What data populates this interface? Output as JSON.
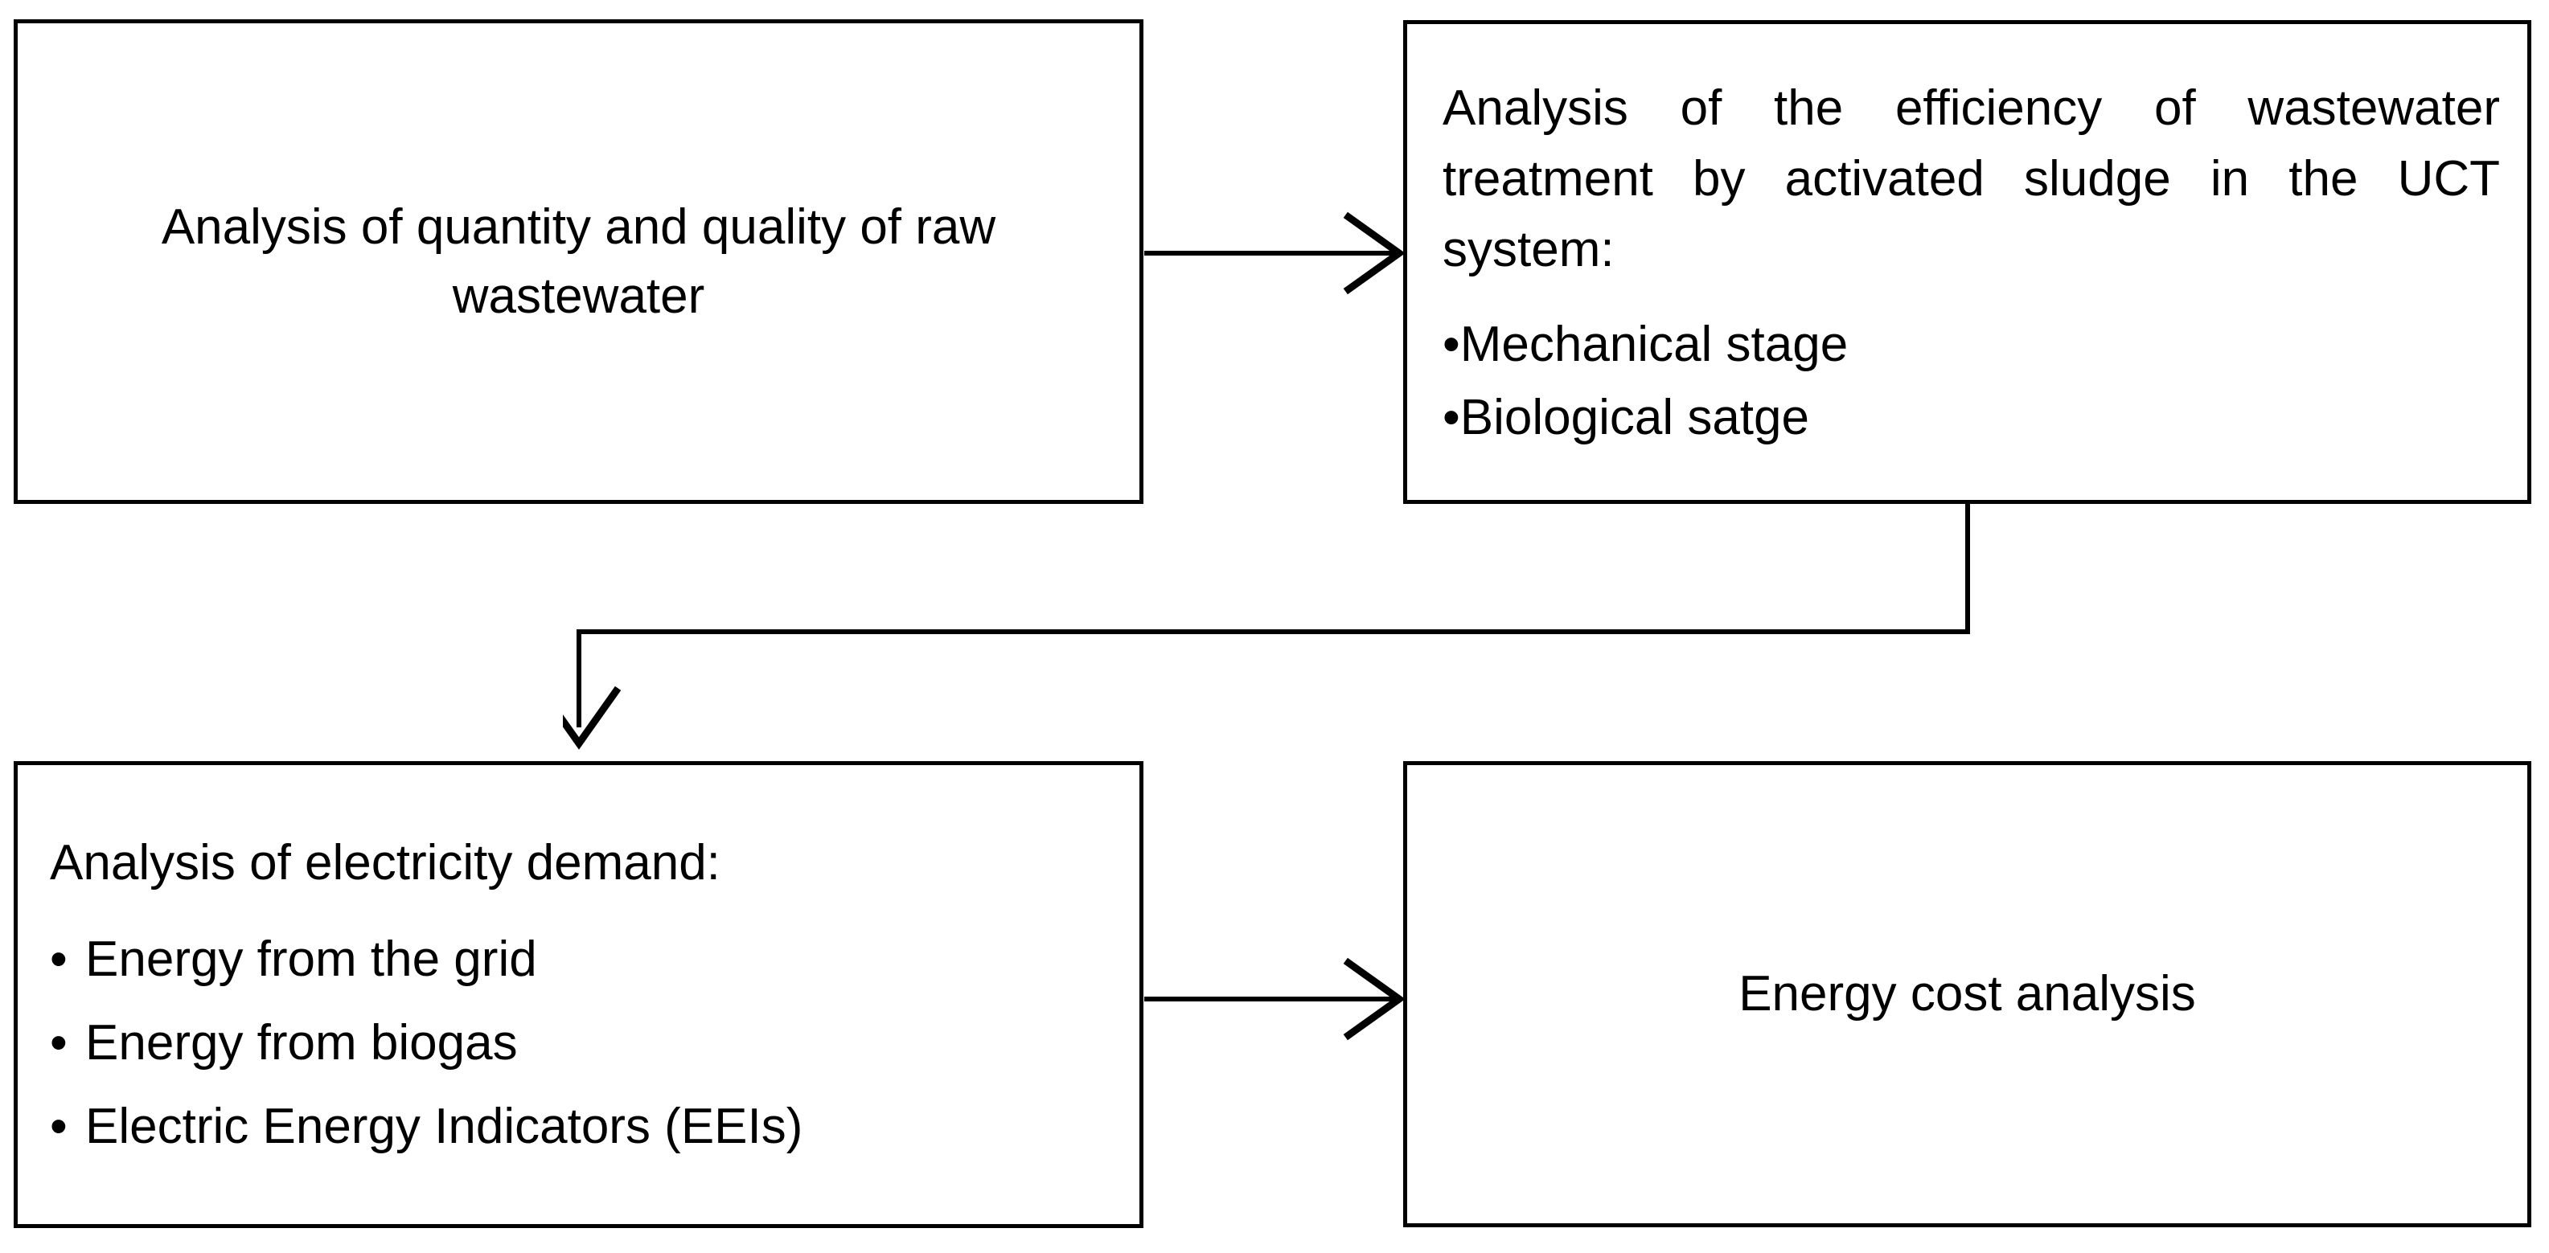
{
  "diagram": {
    "type": "flowchart",
    "title": "",
    "background_color": "#ffffff",
    "line_color": "#000000",
    "text_color": "#000000",
    "nodes": [
      {
        "id": "raw-wastewater",
        "label": "Analysis of quantity and quality of raw wastewater",
        "align": "center",
        "bullets": []
      },
      {
        "id": "uct-efficiency",
        "label": "Analysis of the efficiency of wastewater treatment by activated sludge in the UCT system:",
        "align": "justify",
        "bullets": [
          "Mechanical stage",
          "Biological satge"
        ]
      },
      {
        "id": "electricity-demand",
        "label": "Analysis of electricity demand:",
        "align": "left",
        "bullets": [
          "Energy from the grid",
          "Energy from biogas",
          "Electric Energy Indicators (EEIs)"
        ]
      },
      {
        "id": "energy-cost",
        "label": "Energy cost analysis",
        "align": "center",
        "bullets": []
      }
    ],
    "bullet_glyph": "•",
    "connectors": [
      {
        "id": "raw-to-uct",
        "from": "raw-wastewater",
        "to": "uct-efficiency",
        "shape": "straight-horizontal",
        "direction": "right",
        "arrowhead": "open-v"
      },
      {
        "id": "uct-to-demand",
        "from": "uct-efficiency",
        "to": "electricity-demand",
        "shape": "elbow-down-left-down",
        "direction": "down",
        "arrowhead": "open-v"
      },
      {
        "id": "demand-to-cost",
        "from": "electricity-demand",
        "to": "energy-cost",
        "shape": "straight-horizontal",
        "direction": "right",
        "arrowhead": "open-v"
      }
    ]
  }
}
